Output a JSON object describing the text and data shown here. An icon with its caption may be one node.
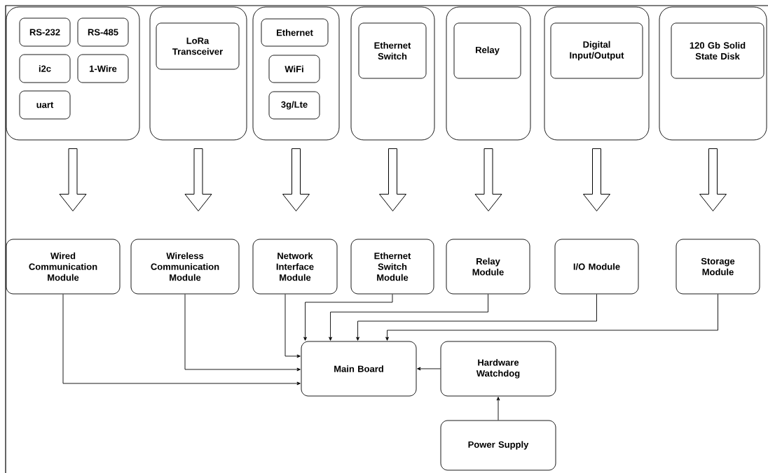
{
  "diagram": {
    "nodes": [
      {
        "text": [],
        "shape": "box"
      },
      {
        "text": [
          "RS-232"
        ],
        "in": 0
      },
      {
        "text": [
          "RS-485"
        ],
        "in": 0
      },
      {
        "text": [
          "i2c"
        ],
        "in": 0
      },
      {
        "text": [
          "1-Wire"
        ],
        "in": 0
      },
      {
        "text": [
          "uart"
        ],
        "in": 0
      },
      {
        "text": [],
        "shape": "box"
      },
      {
        "text": [
          "LoRa Transceiver"
        ],
        "in": 6
      },
      {
        "text": [],
        "shape": "box"
      },
      {
        "text": [
          "Ethernet"
        ],
        "in": 8
      },
      {
        "text": [
          "WiFi"
        ],
        "in": 8
      },
      {
        "text": [
          "3g/Lte"
        ],
        "in": 8
      },
      {
        "text": [],
        "shape": "box"
      },
      {
        "text": [
          "Ethernet Switch"
        ],
        "in": 12
      },
      {
        "text": [],
        "shape": "box"
      },
      {
        "text": [
          "Relay"
        ],
        "in": 14
      },
      {
        "text": [],
        "shape": "box"
      },
      {
        "text": [
          "Digital Input/Output"
        ],
        "in": 16
      },
      {
        "text": [],
        "shape": "box"
      },
      {
        "text": [
          "120 Gb Solid State Disk"
        ],
        "in": 18
      },
      {
        "text": [
          "Wired Communication Module"
        ]
      },
      {
        "text": [
          "Wireless Communication Module"
        ]
      },
      {
        "text": [
          "Network Interface Module"
        ]
      },
      {
        "text": [
          "Ethernet Switch Module"
        ]
      },
      {
        "text": [
          "Relay Module"
        ]
      },
      {
        "text": [
          "I/O Module"
        ]
      },
      {
        "text": [
          "Storage Module"
        ]
      },
      {
        "text": [
          "Main Board"
        ]
      },
      {
        "text": [
          "Hardware Watchdog"
        ]
      },
      {
        "text": [
          "Power Supply"
        ]
      }
    ],
    "edges": [
      {
        "from": 0,
        "to": 20,
        "arrow": "to",
        "style": "thick"
      },
      {
        "from": 6,
        "to": 21,
        "arrow": "to",
        "style": "thick"
      },
      {
        "from": 8,
        "to": 22,
        "arrow": "to",
        "style": "thick"
      },
      {
        "from": 12,
        "to": 23,
        "arrow": "to",
        "style": "thick"
      },
      {
        "from": 14,
        "to": 24,
        "arrow": "to",
        "style": "thick"
      },
      {
        "from": 16,
        "to": 25,
        "arrow": "to",
        "style": "thick"
      },
      {
        "from": 18,
        "to": 26,
        "arrow": "to",
        "style": "thick"
      },
      {
        "from": 20,
        "to": 27,
        "arrow": "to"
      },
      {
        "from": 21,
        "to": 27,
        "arrow": "to"
      },
      {
        "from": 22,
        "to": 27,
        "arrow": "to"
      },
      {
        "from": 23,
        "to": 27,
        "arrow": "to"
      },
      {
        "from": 24,
        "to": 27,
        "arrow": "to"
      },
      {
        "from": 25,
        "to": 27,
        "arrow": "to"
      },
      {
        "from": 26,
        "to": 27,
        "arrow": "to"
      },
      {
        "from": 28,
        "to": 27,
        "arrow": "to"
      },
      {
        "from": 29,
        "to": 28,
        "arrow": "to"
      }
    ]
  }
}
